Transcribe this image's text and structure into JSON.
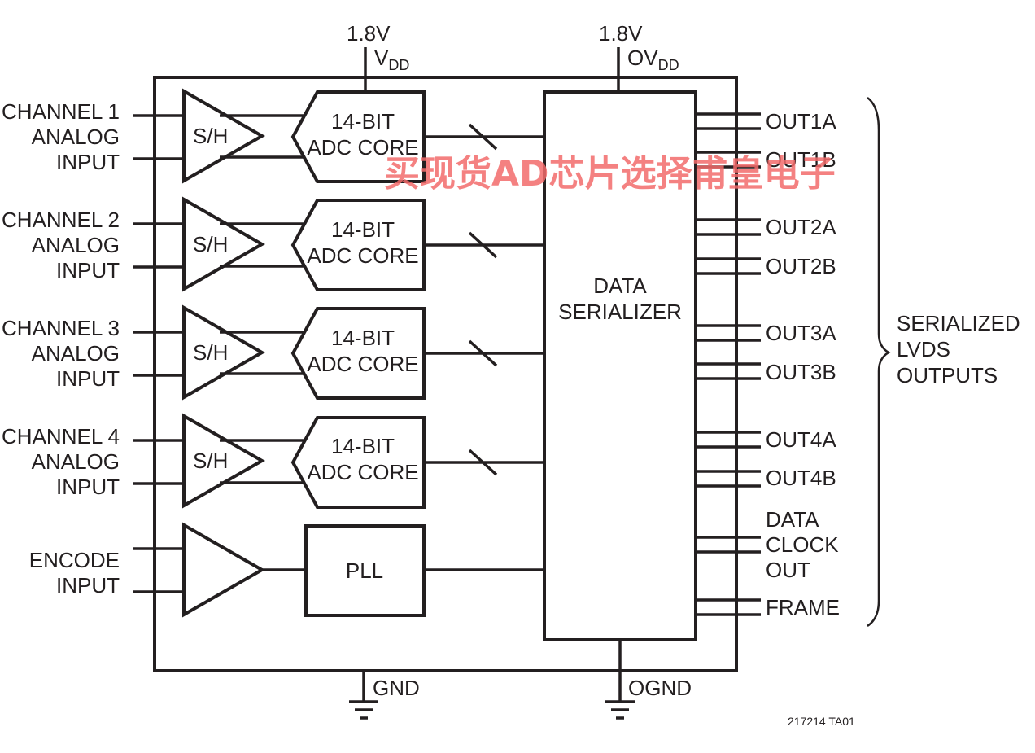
{
  "supplies": {
    "vdd": {
      "voltage": "1.8V",
      "name": "V",
      "sub": "DD"
    },
    "ovdd": {
      "voltage": "1.8V",
      "name": "OV",
      "sub": "DD"
    }
  },
  "grounds": {
    "gnd": "GND",
    "ognd": "OGND"
  },
  "channels": [
    {
      "lines": [
        "CHANNEL 1",
        "ANALOG",
        "INPUT"
      ],
      "sh": "S/H",
      "adc": [
        "14-BIT",
        "ADC CORE"
      ]
    },
    {
      "lines": [
        "CHANNEL 2",
        "ANALOG",
        "INPUT"
      ],
      "sh": "S/H",
      "adc": [
        "14-BIT",
        "ADC CORE"
      ]
    },
    {
      "lines": [
        "CHANNEL 3",
        "ANALOG",
        "INPUT"
      ],
      "sh": "S/H",
      "adc": [
        "14-BIT",
        "ADC CORE"
      ]
    },
    {
      "lines": [
        "CHANNEL 4",
        "ANALOG",
        "INPUT"
      ],
      "sh": "S/H",
      "adc": [
        "14-BIT",
        "ADC CORE"
      ]
    }
  ],
  "encode": {
    "lines": [
      "ENCODE",
      "INPUT"
    ],
    "pll": "PLL"
  },
  "serializer": {
    "lines": [
      "DATA",
      "SERIALIZER"
    ]
  },
  "outputs": [
    "OUT1A",
    "OUT1B",
    "OUT2A",
    "OUT2B",
    "OUT3A",
    "OUT3B",
    "OUT4A",
    "OUT4B"
  ],
  "clock_out": [
    "DATA",
    "CLOCK",
    "OUT"
  ],
  "frame": "FRAME",
  "brace_label": [
    "SERIALIZED",
    "LVDS",
    "OUTPUTS"
  ],
  "figure_id": "217214 TA01",
  "watermark": "买现货AD芯片选择甫皇电子"
}
